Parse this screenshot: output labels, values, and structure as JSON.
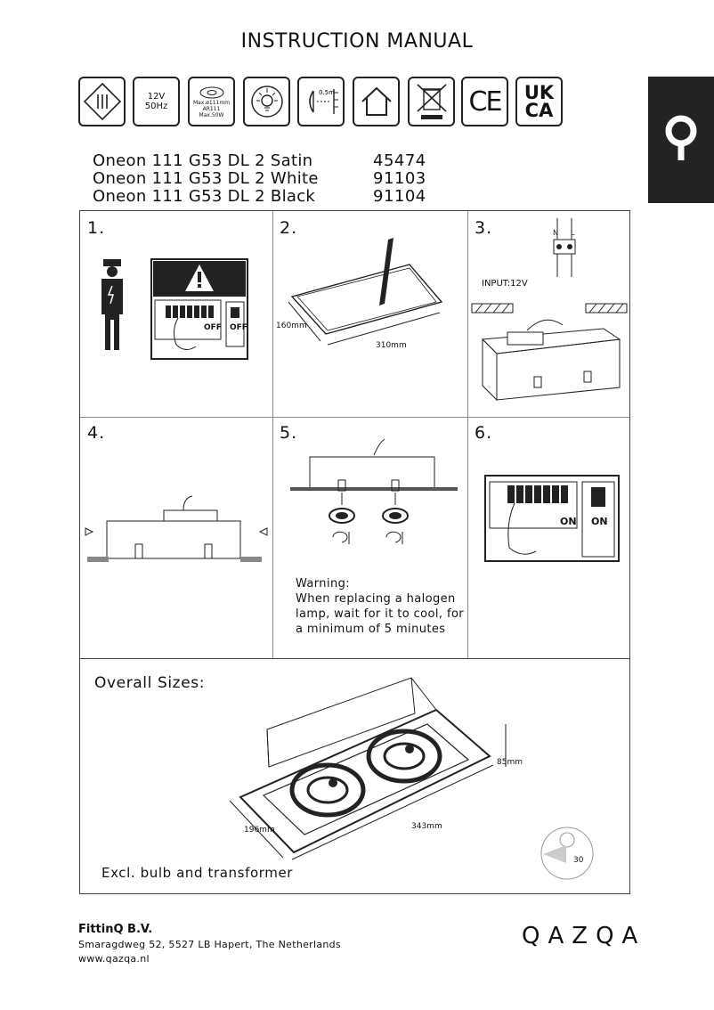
{
  "header": {
    "title": "INSTRUCTION MANUAL"
  },
  "icons": [
    {
      "name": "class-iii-icon",
      "text": ""
    },
    {
      "name": "voltage-icon",
      "text": "12V\n50Hz"
    },
    {
      "name": "lamp-spec-icon",
      "text": "Max.ø111mm\nAR111\nMax.50W"
    },
    {
      "name": "heat-lamp-icon",
      "text": ""
    },
    {
      "name": "distance-icon",
      "text": "0.5m"
    },
    {
      "name": "indoor-house-icon",
      "text": ""
    },
    {
      "name": "weee-bin-icon",
      "text": ""
    },
    {
      "name": "ce-mark-icon",
      "text": "CE"
    },
    {
      "name": "ukca-mark-icon",
      "text": "UK\nCA"
    }
  ],
  "products": [
    {
      "name": "Oneon 111 G53 DL 2 Satin",
      "code": "45474"
    },
    {
      "name": "Oneon 111 G53 DL 2 White",
      "code": "91103"
    },
    {
      "name": "Oneon 111 G53 DL 2 Black",
      "code": "91104"
    }
  ],
  "steps": {
    "s1": "1.",
    "s2": "2.",
    "s3": "3.",
    "s4": "4.",
    "s5": "5.",
    "s6": "6.",
    "step1": {
      "off_left": "OFF",
      "off_right": "OFF"
    },
    "step2": {
      "width": "160mm",
      "length": "310mm"
    },
    "step3": {
      "input": "INPUT:12V",
      "n": "N",
      "l": "L"
    },
    "step6": {
      "on_left": "ON",
      "on_right": "ON"
    },
    "warning": "Warning:\nWhen replacing a halogen\nlamp, wait for it to cool, for\na minimum of 5 minutes"
  },
  "sizes": {
    "heading": "Overall Sizes:",
    "width": "196mm",
    "length": "343mm",
    "height": "85mm",
    "tilt": "30",
    "note": "Excl. bulb and transformer"
  },
  "footer": {
    "company": "FittinQ B.V.",
    "address": "Smaragdweg 52, 5527 LB Hapert, The Netherlands",
    "web": "www.qazqa.nl",
    "logo": "QAZQA"
  }
}
